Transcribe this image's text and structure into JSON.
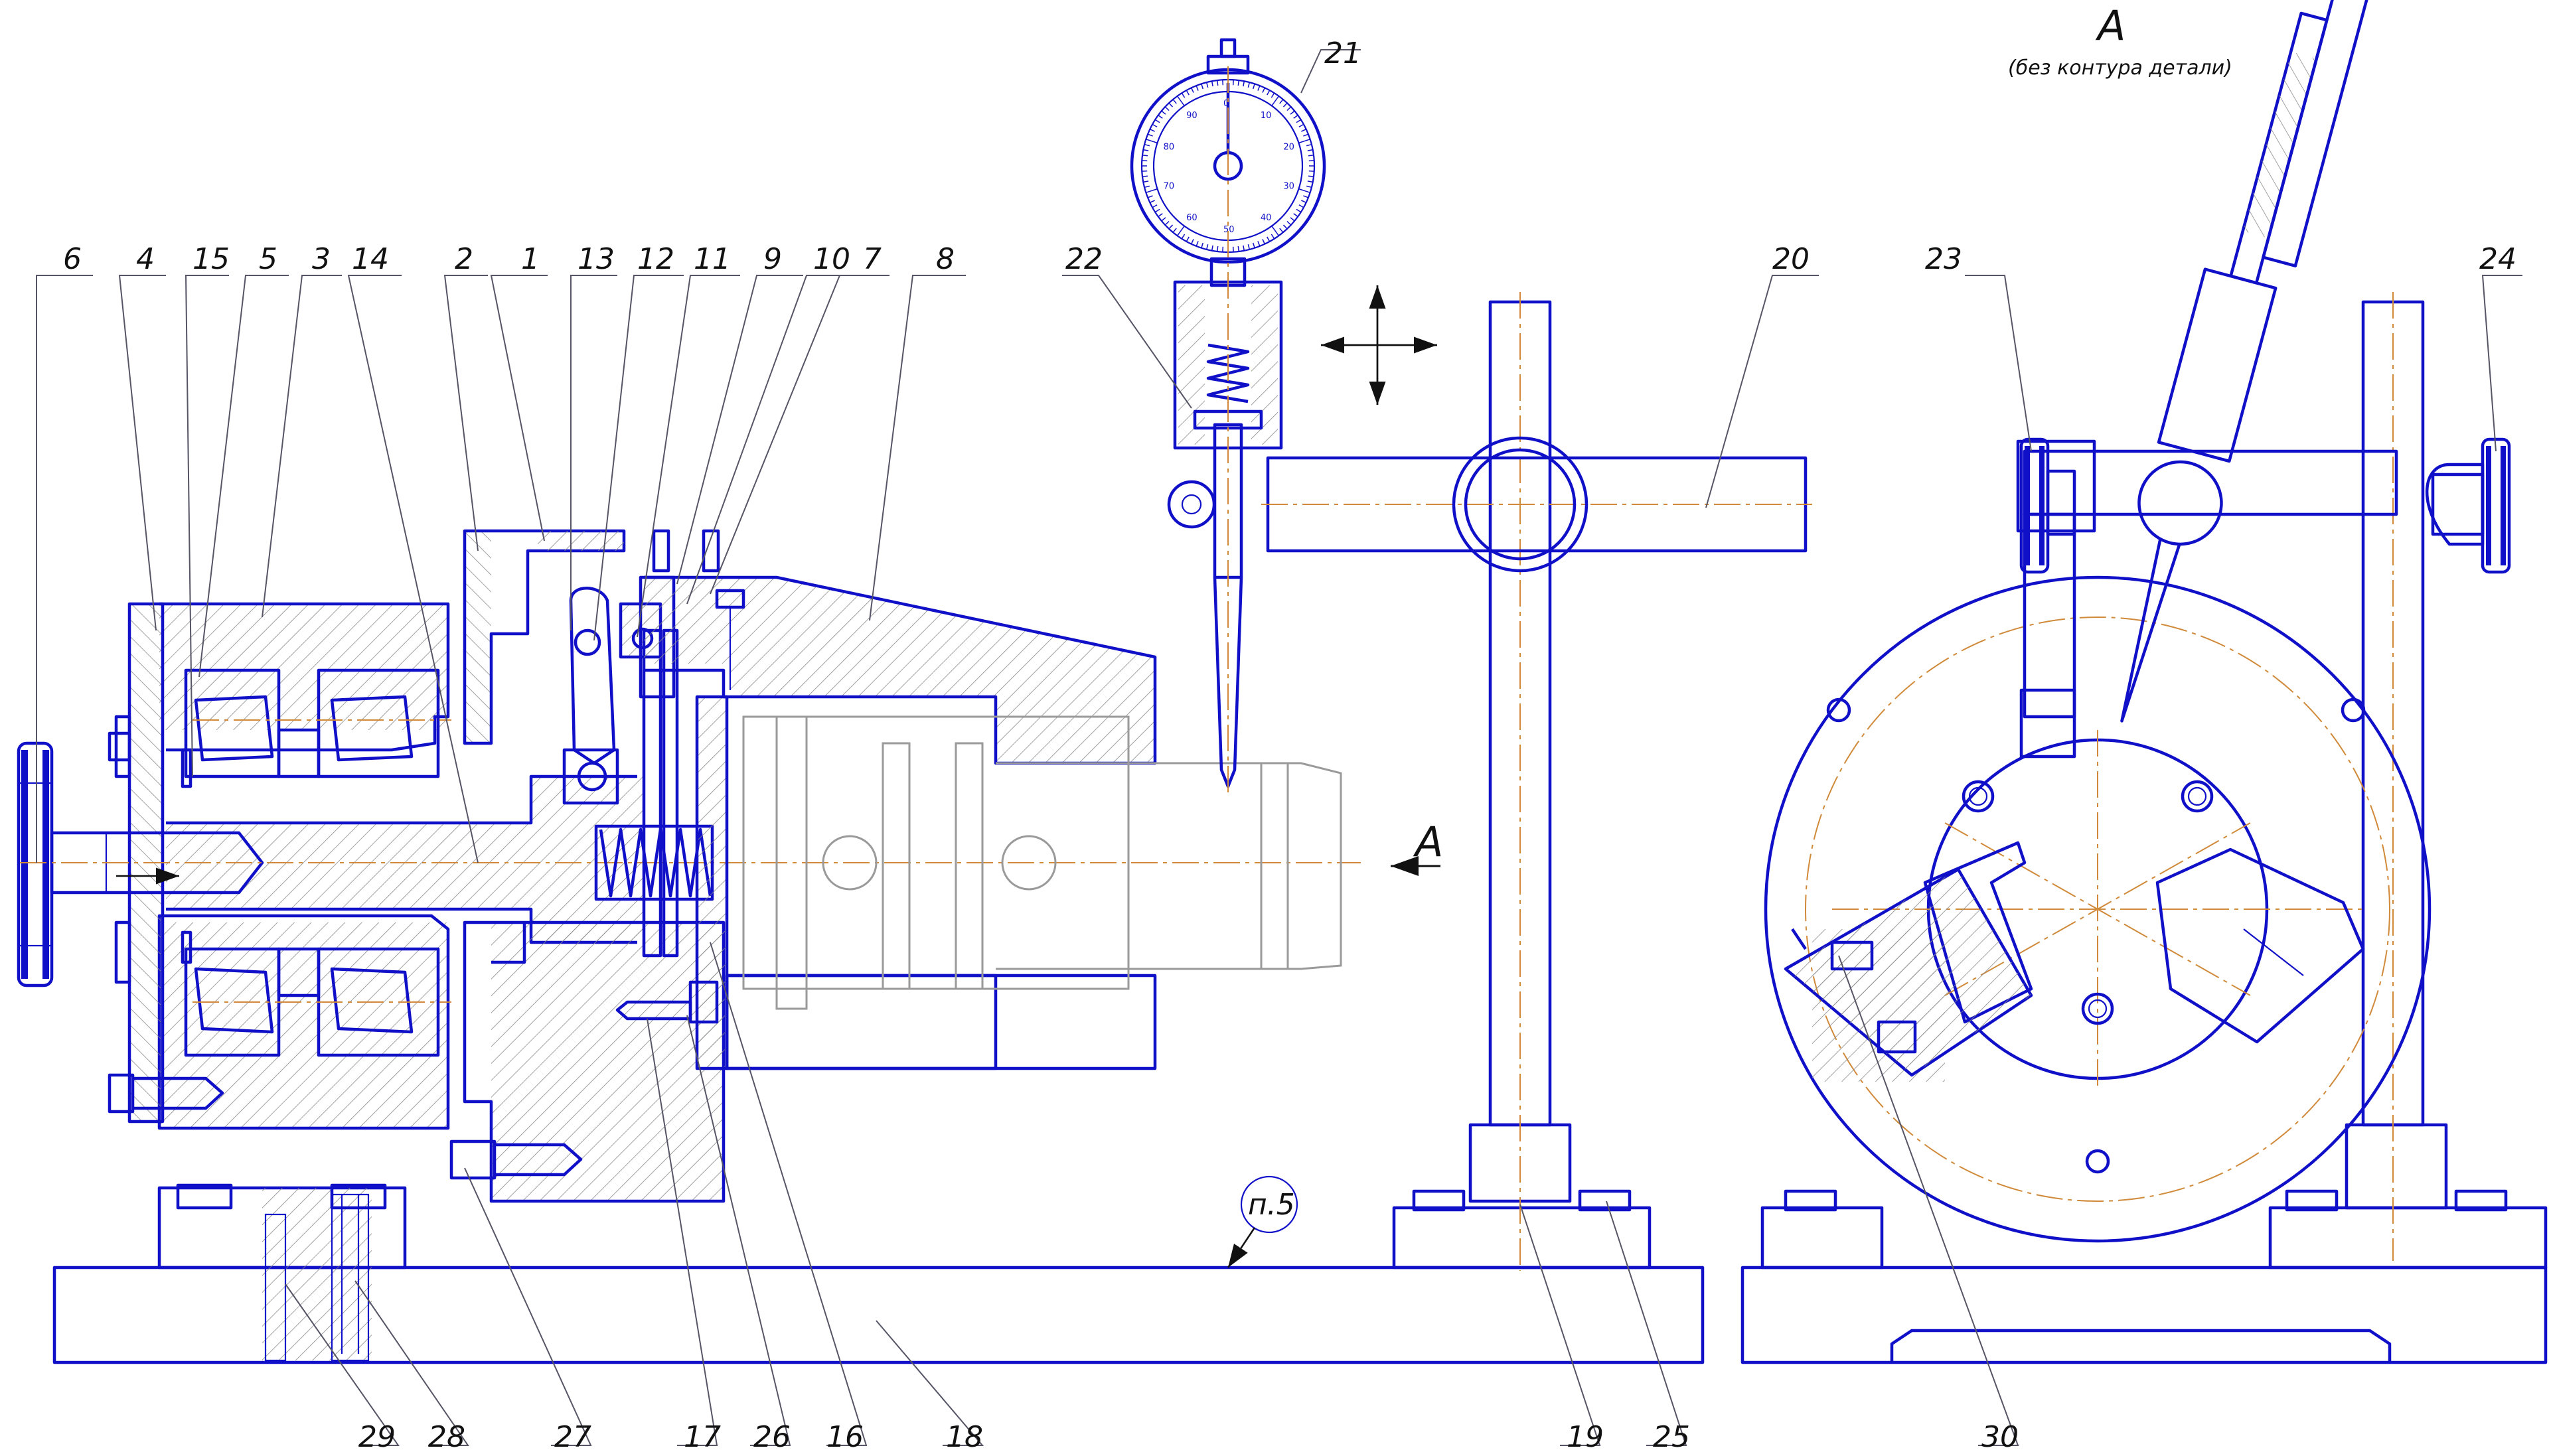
{
  "part_labels": {
    "p6": "6",
    "p4": "4",
    "p15": "15",
    "p5": "5",
    "p3": "3",
    "p14": "14",
    "p2": "2",
    "p1": "1",
    "p13": "13",
    "p12": "12",
    "p11": "11",
    "p9": "9",
    "p10": "10",
    "p7": "7",
    "p8": "8",
    "p22": "22",
    "p21": "21",
    "p20": "20",
    "p23": "23",
    "p24": "24",
    "p29": "29",
    "p28": "28",
    "p27": "27",
    "p17": "17",
    "p26": "26",
    "p16": "16",
    "p18": "18",
    "p19": "19",
    "p25": "25",
    "p30": "30"
  },
  "view_a": {
    "title": "А",
    "subtitle": "(без контура детали)",
    "arrow_label": "А"
  },
  "surface_note": "п.5",
  "dial": {
    "scale_labels": [
      "0",
      "10",
      "20",
      "30",
      "40",
      "50",
      "60",
      "70",
      "80",
      "90"
    ]
  },
  "colors": {
    "line": "#1010c8",
    "axis": "#d08a3a",
    "leader": "#555566"
  }
}
